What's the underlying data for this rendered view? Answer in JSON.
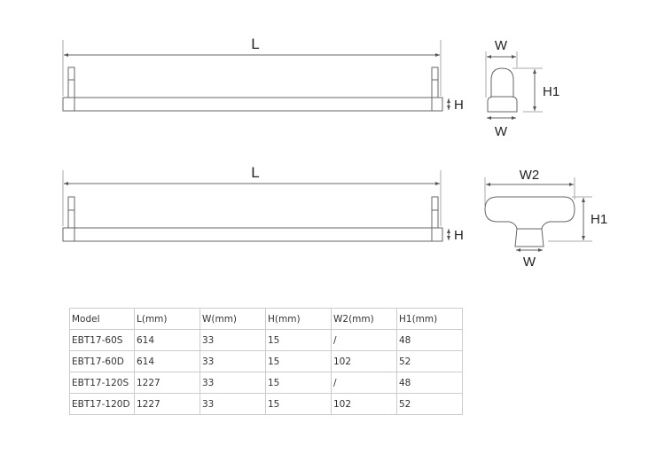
{
  "drawing": {
    "front_view_single": {
      "length_label": "L",
      "height_label": "H"
    },
    "front_view_double": {
      "length_label": "L",
      "height_label": "H"
    },
    "side_view_single": {
      "top_width_label": "W",
      "height_label": "H1",
      "bottom_width_label": "W"
    },
    "side_view_double": {
      "top_width_label": "W2",
      "height_label": "H1",
      "bottom_width_label": "W"
    }
  },
  "table": {
    "headers": [
      "Model",
      "L(mm)",
      "W(mm)",
      "H(mm)",
      "W2(mm)",
      "H1(mm)"
    ],
    "rows": [
      [
        "EBT17-60S",
        "614",
        "33",
        "15",
        "/",
        "48"
      ],
      [
        "EBT17-60D",
        "614",
        "33",
        "15",
        "102",
        "52"
      ],
      [
        "EBT17-120S",
        "1227",
        "33",
        "15",
        "/",
        "48"
      ],
      [
        "EBT17-120D",
        "1227",
        "33",
        "15",
        "102",
        "52"
      ]
    ]
  }
}
